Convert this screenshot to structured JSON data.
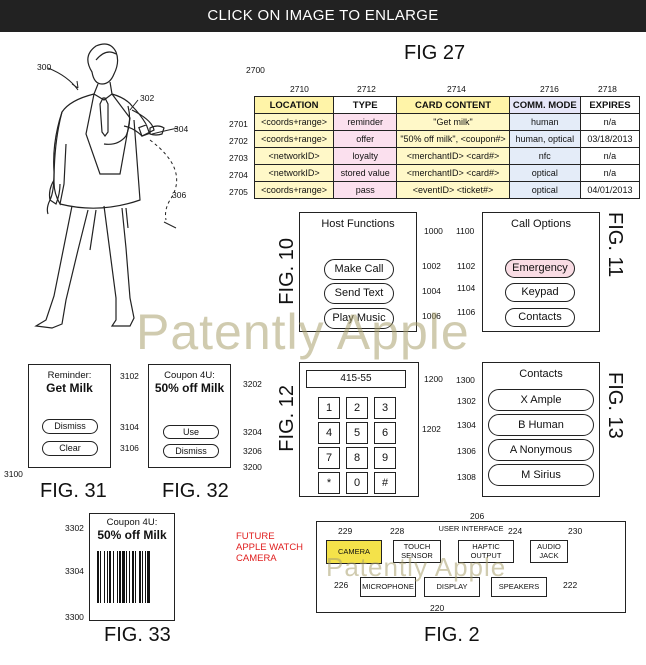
{
  "header": {
    "banner": "CLICK ON IMAGE TO ENLARGE"
  },
  "watermark": "Patently Apple",
  "fig27": {
    "title": "FIG 27",
    "ref": "2700",
    "col_refs": [
      "2710",
      "2712",
      "2714",
      "2716",
      "2718"
    ],
    "headers": [
      "LOCATION",
      "TYPE",
      "CARD CONTENT",
      "COMM. MODE",
      "EXPIRES"
    ],
    "header_colors": [
      "#fff4a8",
      "#ffffff",
      "#fff4a8",
      "#e6e6f8",
      "#ffffff"
    ],
    "row_refs": [
      "2701",
      "2702",
      "2703",
      "2704",
      "2705"
    ],
    "rows": [
      [
        "<coords+range>",
        "reminder",
        "\"Get milk\"",
        "human",
        "n/a"
      ],
      [
        "<coords+range>",
        "offer",
        "\"50% off milk\", <coupon#>",
        "human, optical",
        "03/18/2013"
      ],
      [
        "<networkID>",
        "loyalty",
        "<merchantID> <card#>",
        "nfc",
        "n/a"
      ],
      [
        "<networkID>",
        "stored value",
        "<merchantID> <card#>",
        "optical",
        "n/a"
      ],
      [
        "<coords+range>",
        "pass",
        "<eventID> <ticket#>",
        "optical",
        "04/01/2013"
      ]
    ],
    "col_colors": [
      "#fff8c8",
      "#fbe0ee",
      "#fff8c8",
      "#e4ecf8",
      "#ffffff"
    ]
  },
  "fig_person": {
    "refs": [
      "300",
      "302",
      "304",
      "306"
    ]
  },
  "fig10": {
    "title": "FIG. 10",
    "screen_title": "Host Functions",
    "buttons": [
      "Make Call",
      "Send Text",
      "Play Music"
    ],
    "refs": [
      "1000",
      "1002",
      "1004",
      "1006"
    ]
  },
  "fig11": {
    "title": "FIG. 11",
    "screen_title": "Call Options",
    "buttons": [
      "Emergency",
      "Keypad",
      "Contacts"
    ],
    "highlight": "#f9dce4",
    "refs": [
      "1100",
      "1102",
      "1104",
      "1106"
    ]
  },
  "fig12": {
    "title": "FIG. 12",
    "display": "415-55",
    "keys": [
      "1",
      "2",
      "3",
      "4",
      "5",
      "6",
      "7",
      "8",
      "9",
      "*",
      "0",
      "#"
    ],
    "refs": [
      "1200",
      "1202"
    ]
  },
  "fig13": {
    "title": "FIG. 13",
    "screen_title": "Contacts",
    "buttons": [
      "X Ample",
      "B Human",
      "A Nonymous",
      "M Sirius"
    ],
    "refs": [
      "1300",
      "1302",
      "1304",
      "1306",
      "1308"
    ]
  },
  "fig31": {
    "title": "FIG. 31",
    "subtitle": "Reminder:",
    "heading": "Get Milk",
    "buttons": [
      "Dismiss",
      "Clear"
    ],
    "refs": [
      "3102",
      "3104",
      "3106",
      "3100"
    ]
  },
  "fig32": {
    "title": "FIG. 32",
    "subtitle": "Coupon 4U:",
    "heading": "50% off Milk",
    "buttons": [
      "Use",
      "Dismiss"
    ],
    "refs": [
      "3202",
      "3204",
      "3206",
      "3200"
    ]
  },
  "fig33": {
    "title": "FIG. 33",
    "subtitle": "Coupon 4U:",
    "heading": "50% off Milk",
    "refs": [
      "3302",
      "3304",
      "3300"
    ]
  },
  "fig2": {
    "title": "FIG. 2",
    "ui_label": "USER INTERFACE",
    "top_boxes": [
      "CAMERA",
      "TOUCH SENSOR",
      "HAPTIC OUTPUT",
      "AUDIO JACK"
    ],
    "bottom_boxes": [
      "MICROPHONE",
      "DISPLAY",
      "SPEAKERS"
    ],
    "refs": [
      "206",
      "229",
      "228",
      "224",
      "230",
      "226",
      "220",
      "222"
    ],
    "camera_color": "#f4e24a",
    "annotation": [
      "FUTURE",
      "APPLE WATCH",
      "CAMERA"
    ],
    "annotation_color": "#e02020"
  }
}
